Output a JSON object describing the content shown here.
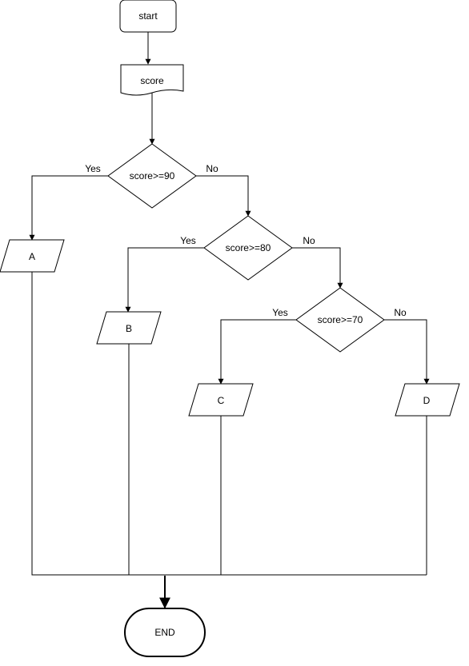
{
  "flowchart": {
    "start": "start",
    "input": "score",
    "conditions": [
      {
        "label": "score>=90",
        "yes": "Yes",
        "no": "No"
      },
      {
        "label": "score>=80",
        "yes": "Yes",
        "no": "No"
      },
      {
        "label": "score>=70",
        "yes": "Yes",
        "no": "No"
      }
    ],
    "outputs": [
      "A",
      "B",
      "C",
      "D"
    ],
    "end": "END"
  }
}
